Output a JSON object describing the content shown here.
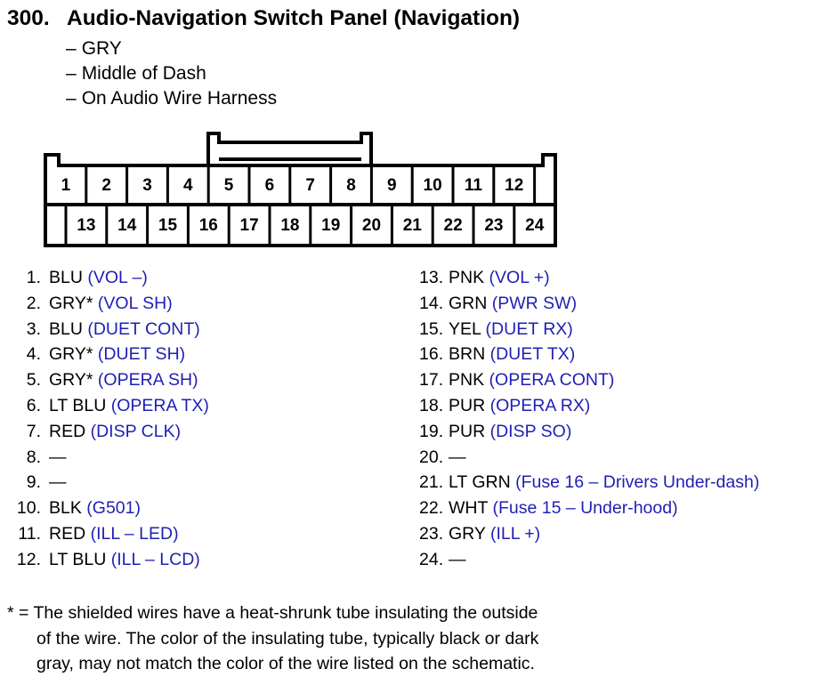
{
  "header": {
    "number": "300.",
    "title": "Audio-Navigation Switch Panel (Navigation)",
    "details": [
      "GRY",
      "Middle of Dash",
      "On Audio Wire Harness"
    ]
  },
  "connector": {
    "top_row": [
      "1",
      "2",
      "3",
      "4",
      "5",
      "6",
      "7",
      "8",
      "9",
      "10",
      "11",
      "12"
    ],
    "bottom_row": [
      "13",
      "14",
      "15",
      "16",
      "17",
      "18",
      "19",
      "20",
      "21",
      "22",
      "23",
      "24"
    ]
  },
  "pins_left": [
    {
      "num": "1.",
      "color": "BLU",
      "function": "(VOL –)"
    },
    {
      "num": "2.",
      "color": "GRY*",
      "function": "(VOL SH)"
    },
    {
      "num": "3.",
      "color": "BLU",
      "function": "(DUET CONT)"
    },
    {
      "num": "4.",
      "color": "GRY*",
      "function": "(DUET SH)"
    },
    {
      "num": "5.",
      "color": "GRY*",
      "function": "(OPERA SH)"
    },
    {
      "num": "6.",
      "color": "LT BLU",
      "function": "(OPERA TX)"
    },
    {
      "num": "7.",
      "color": "RED",
      "function": "(DISP CLK)"
    },
    {
      "num": "8.",
      "color": "—",
      "function": ""
    },
    {
      "num": "9.",
      "color": "—",
      "function": ""
    },
    {
      "num": "10.",
      "color": "BLK",
      "function": "(G501)"
    },
    {
      "num": "11.",
      "color": "RED",
      "function": "(ILL – LED)"
    },
    {
      "num": "12.",
      "color": "LT BLU",
      "function": "(ILL – LCD)"
    }
  ],
  "pins_right": [
    {
      "num": "13.",
      "color": "PNK",
      "function": "(VOL +)"
    },
    {
      "num": "14.",
      "color": "GRN",
      "function": "(PWR SW)"
    },
    {
      "num": "15.",
      "color": "YEL",
      "function": "(DUET RX)"
    },
    {
      "num": "16.",
      "color": "BRN",
      "function": "(DUET TX)"
    },
    {
      "num": "17.",
      "color": "PNK",
      "function": "(OPERA CONT)"
    },
    {
      "num": "18.",
      "color": "PUR",
      "function": "(OPERA RX)"
    },
    {
      "num": "19.",
      "color": "PUR",
      "function": "(DISP SO)"
    },
    {
      "num": "20.",
      "color": "—",
      "function": ""
    },
    {
      "num": "21.",
      "color": "LT GRN",
      "function": "(Fuse 16 – Drivers Under-dash)"
    },
    {
      "num": "22.",
      "color": "WHT",
      "function": "(Fuse 15 – Under-hood)"
    },
    {
      "num": "23.",
      "color": "GRY",
      "function": "(ILL +)"
    },
    {
      "num": "24.",
      "color": "—",
      "function": ""
    }
  ],
  "footnote": {
    "line1": "* = The shielded wires have a heat-shrunk tube insulating the outside",
    "line2": "of the wire. The color of the insulating tube, typically black or dark",
    "line3": "gray, may not match the color of the wire listed on the schematic."
  },
  "colors": {
    "function_text": "#1f1fb4",
    "text": "#000000"
  }
}
